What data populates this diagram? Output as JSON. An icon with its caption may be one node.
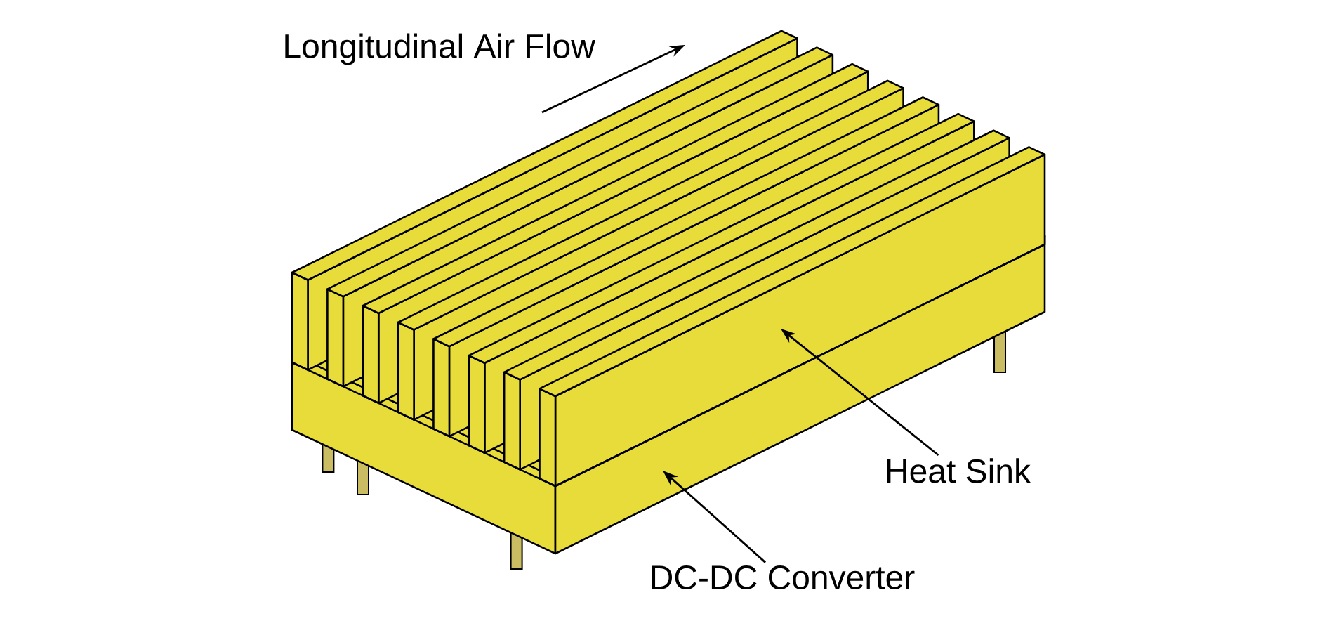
{
  "diagram": {
    "nodes": [
      {
        "text": [
          "Heat Sink"
        ]
      },
      {
        "text": [
          "DC-DC Converter"
        ]
      }
    ],
    "edges": [
      {
        "from": 0,
        "to": null,
        "arrow": "to"
      },
      {
        "from": 1,
        "to": null,
        "arrow": "to"
      }
    ],
    "labels": [
      "Longitudinal Air Flow"
    ]
  }
}
